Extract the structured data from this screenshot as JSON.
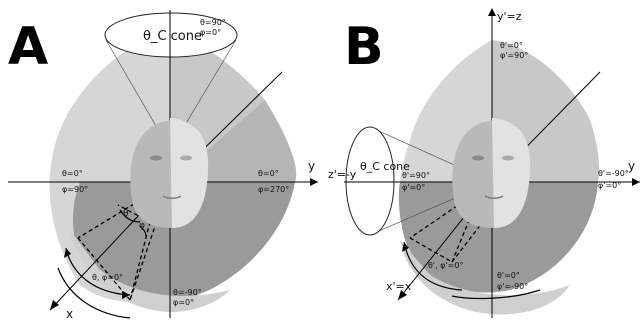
{
  "panels": [
    {
      "letter": "A",
      "axis_y": "y",
      "axis_x": "x",
      "cone_label": "θ_C cone",
      "labels": {
        "top": [
          "θ=90°",
          "φ=0°"
        ],
        "left": [
          "θ=0°",
          "φ=90°"
        ],
        "right": [
          "θ=0°",
          "φ=270°"
        ],
        "bottom": [
          "θ=-90°",
          "φ=0°"
        ],
        "origin": "θ, φ=0°",
        "theta": "θ",
        "phi": "φ"
      }
    },
    {
      "letter": "B",
      "axis_y": "y",
      "axis_top": "y'=z",
      "axis_left": "z'=-y",
      "axis_x": "x'=x",
      "cone_label": "θ_C cone",
      "labels": {
        "top": [
          "θ'=0°",
          "φ'=90°"
        ],
        "left": [
          "θ'=90°",
          "φ'=0°"
        ],
        "right": [
          "θ'=-90°",
          "φ'=0°"
        ],
        "bottom": [
          "θ'=0°",
          "φ'=-90°"
        ],
        "origin": "θ', φ'=0°"
      }
    }
  ],
  "colors": {
    "light_wedge": "#cfcfcf",
    "mid_wedge": "#a9a9a9",
    "dark_wedge": "#8a8a8a",
    "axis": "#000000"
  }
}
